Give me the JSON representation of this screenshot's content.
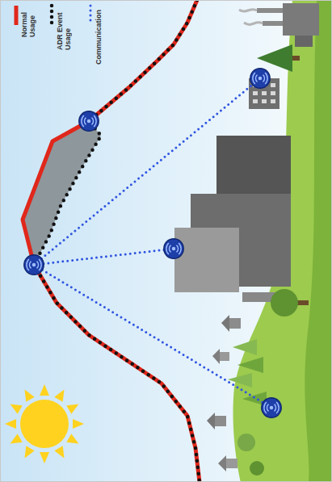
{
  "diagram": {
    "legend": [
      {
        "text": "Normal Usage"
      },
      {
        "text": "ADR Event Usage"
      },
      {
        "text": "Communication"
      }
    ]
  }
}
